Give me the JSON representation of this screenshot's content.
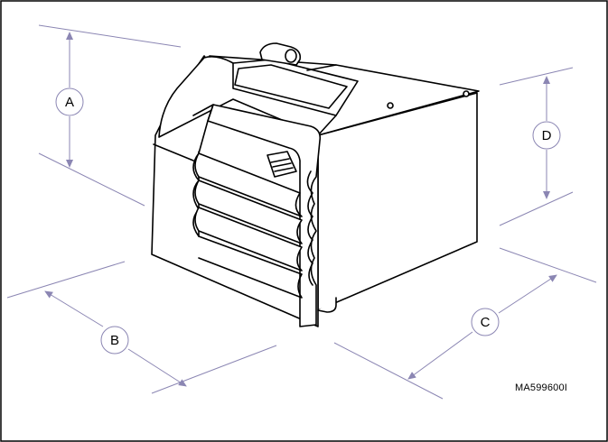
{
  "figure": {
    "reference_code": "MA599600I",
    "dimension_labels": {
      "a": "A",
      "b": "B",
      "c": "C",
      "d": "D"
    },
    "colors": {
      "outline": "#000000",
      "dimension_line": "#8b86b3",
      "background": "#ffffff"
    }
  }
}
